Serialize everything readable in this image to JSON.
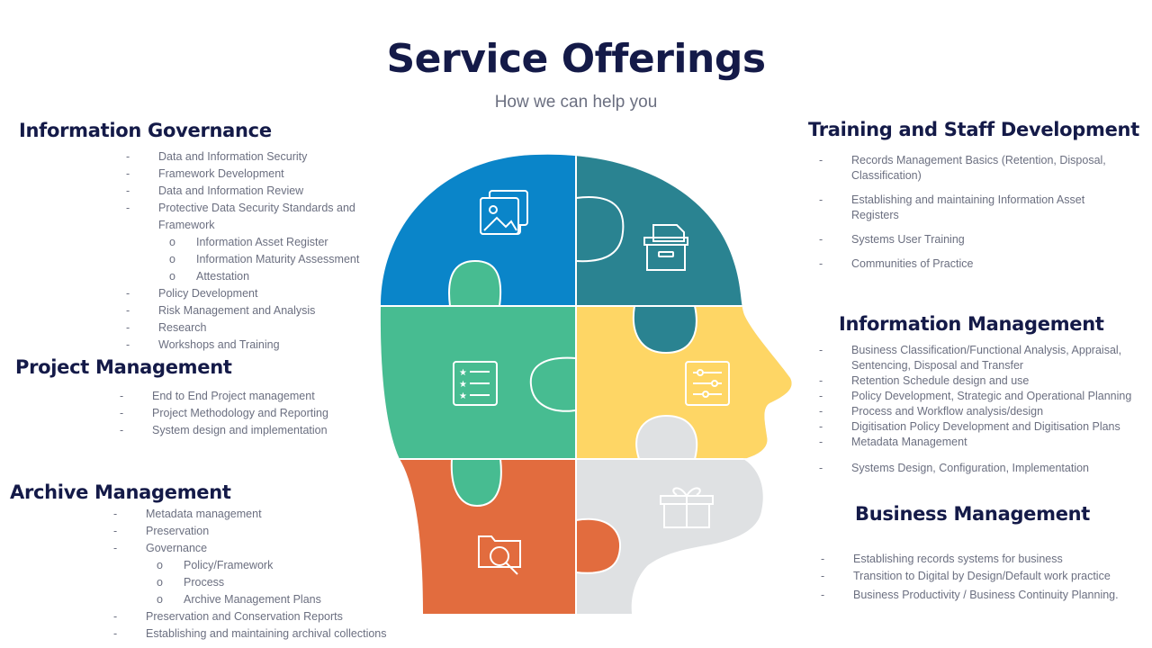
{
  "title": "Service Offerings",
  "subtitle": "How we can help you",
  "colors": {
    "title": "#141a48",
    "text": "#6b6f80",
    "blue": "#0a85c9",
    "teal": "#2a8391",
    "green": "#47bc91",
    "yellow": "#fed665",
    "orange": "#e26c3e",
    "grey": "#dfe1e3"
  },
  "icons": {
    "blue": "image-gallery-icon",
    "teal": "archive-box-icon",
    "green": "checklist-icon",
    "yellow": "sliders-icon",
    "orange": "folder-search-icon",
    "grey": "gift-icon"
  },
  "sections": {
    "governance": {
      "heading": "Information Governance",
      "items": [
        "Data and Information Security",
        "Framework Development",
        "Data and Information Review",
        "Protective Data Security Standards and Framework",
        "Information Asset Register",
        "Information Maturity Assessment",
        "Attestation",
        "Policy Development",
        "Risk Management and Analysis",
        "Research",
        "Workshops and Training"
      ]
    },
    "project": {
      "heading": "Project Management",
      "items": [
        "End to End Project management",
        "Project Methodology and Reporting",
        "System design and implementation"
      ]
    },
    "archive": {
      "heading": "Archive Management",
      "items": [
        "Metadata management",
        "Preservation",
        "Governance",
        "Policy/Framework",
        "Process",
        "Archive Management Plans",
        "Preservation and Conservation Reports",
        "Establishing and maintaining archival collections"
      ]
    },
    "training": {
      "heading": "Training and Staff Development",
      "items": [
        "Records Management Basics (Retention, Disposal, Classification)",
        "Establishing and maintaining Information Asset Registers",
        "Systems User Training",
        "Communities of Practice"
      ]
    },
    "infomgmt": {
      "heading": "Information Management",
      "items": [
        "Business Classification/Functional Analysis, Appraisal, Sentencing, Disposal and Transfer",
        "Retention Schedule design and use",
        "Policy Development, Strategic and Operational Planning",
        "Process and Workflow analysis/design",
        "Digitisation Policy Development and Digitisation Plans",
        "Metadata Management",
        "Systems Design, Configuration, Implementation"
      ]
    },
    "business": {
      "heading": "Business Management",
      "items": [
        "Establishing records systems for business",
        "Transition to Digital by Design/Default work practice",
        "Business Productivity / Business Continuity Planning."
      ]
    }
  }
}
